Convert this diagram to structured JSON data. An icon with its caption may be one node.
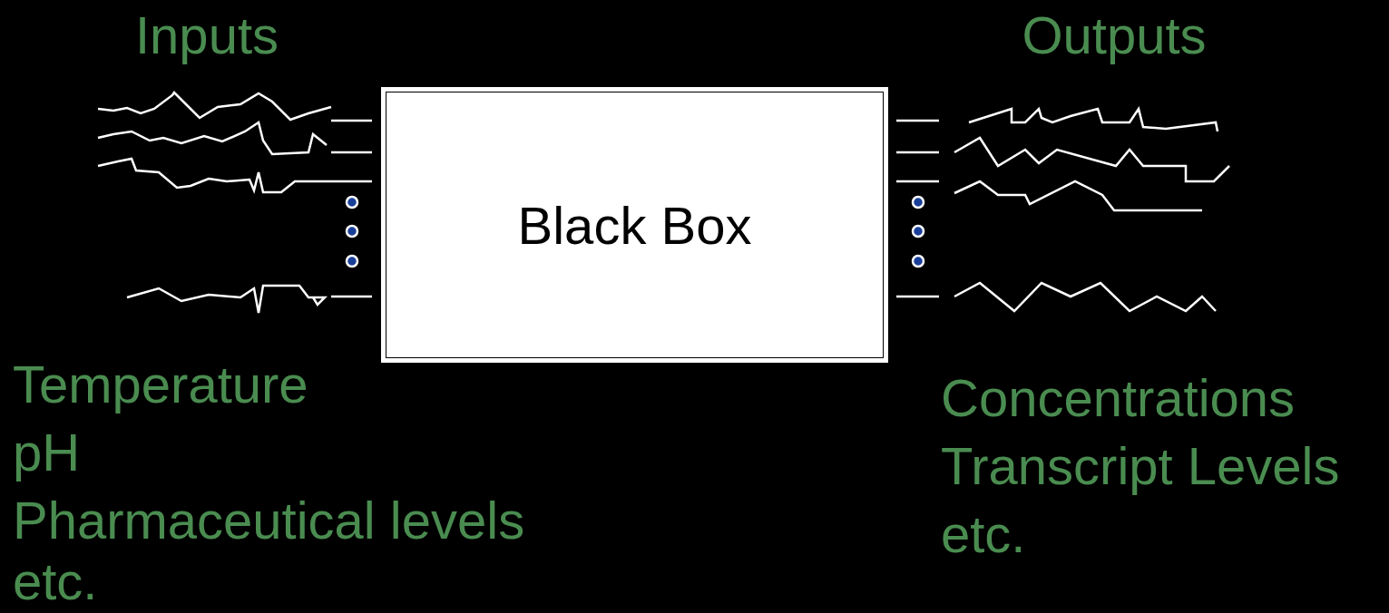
{
  "diagram": {
    "nodes": [
      {
        "text": [
          "Black Box"
        ]
      }
    ],
    "labels": [
      "Inputs",
      "Outputs",
      "Temperature",
      "pH",
      "Pharmaceutical levels",
      "etc.",
      "Concentrations",
      "Transcript Levels",
      "etc."
    ]
  }
}
